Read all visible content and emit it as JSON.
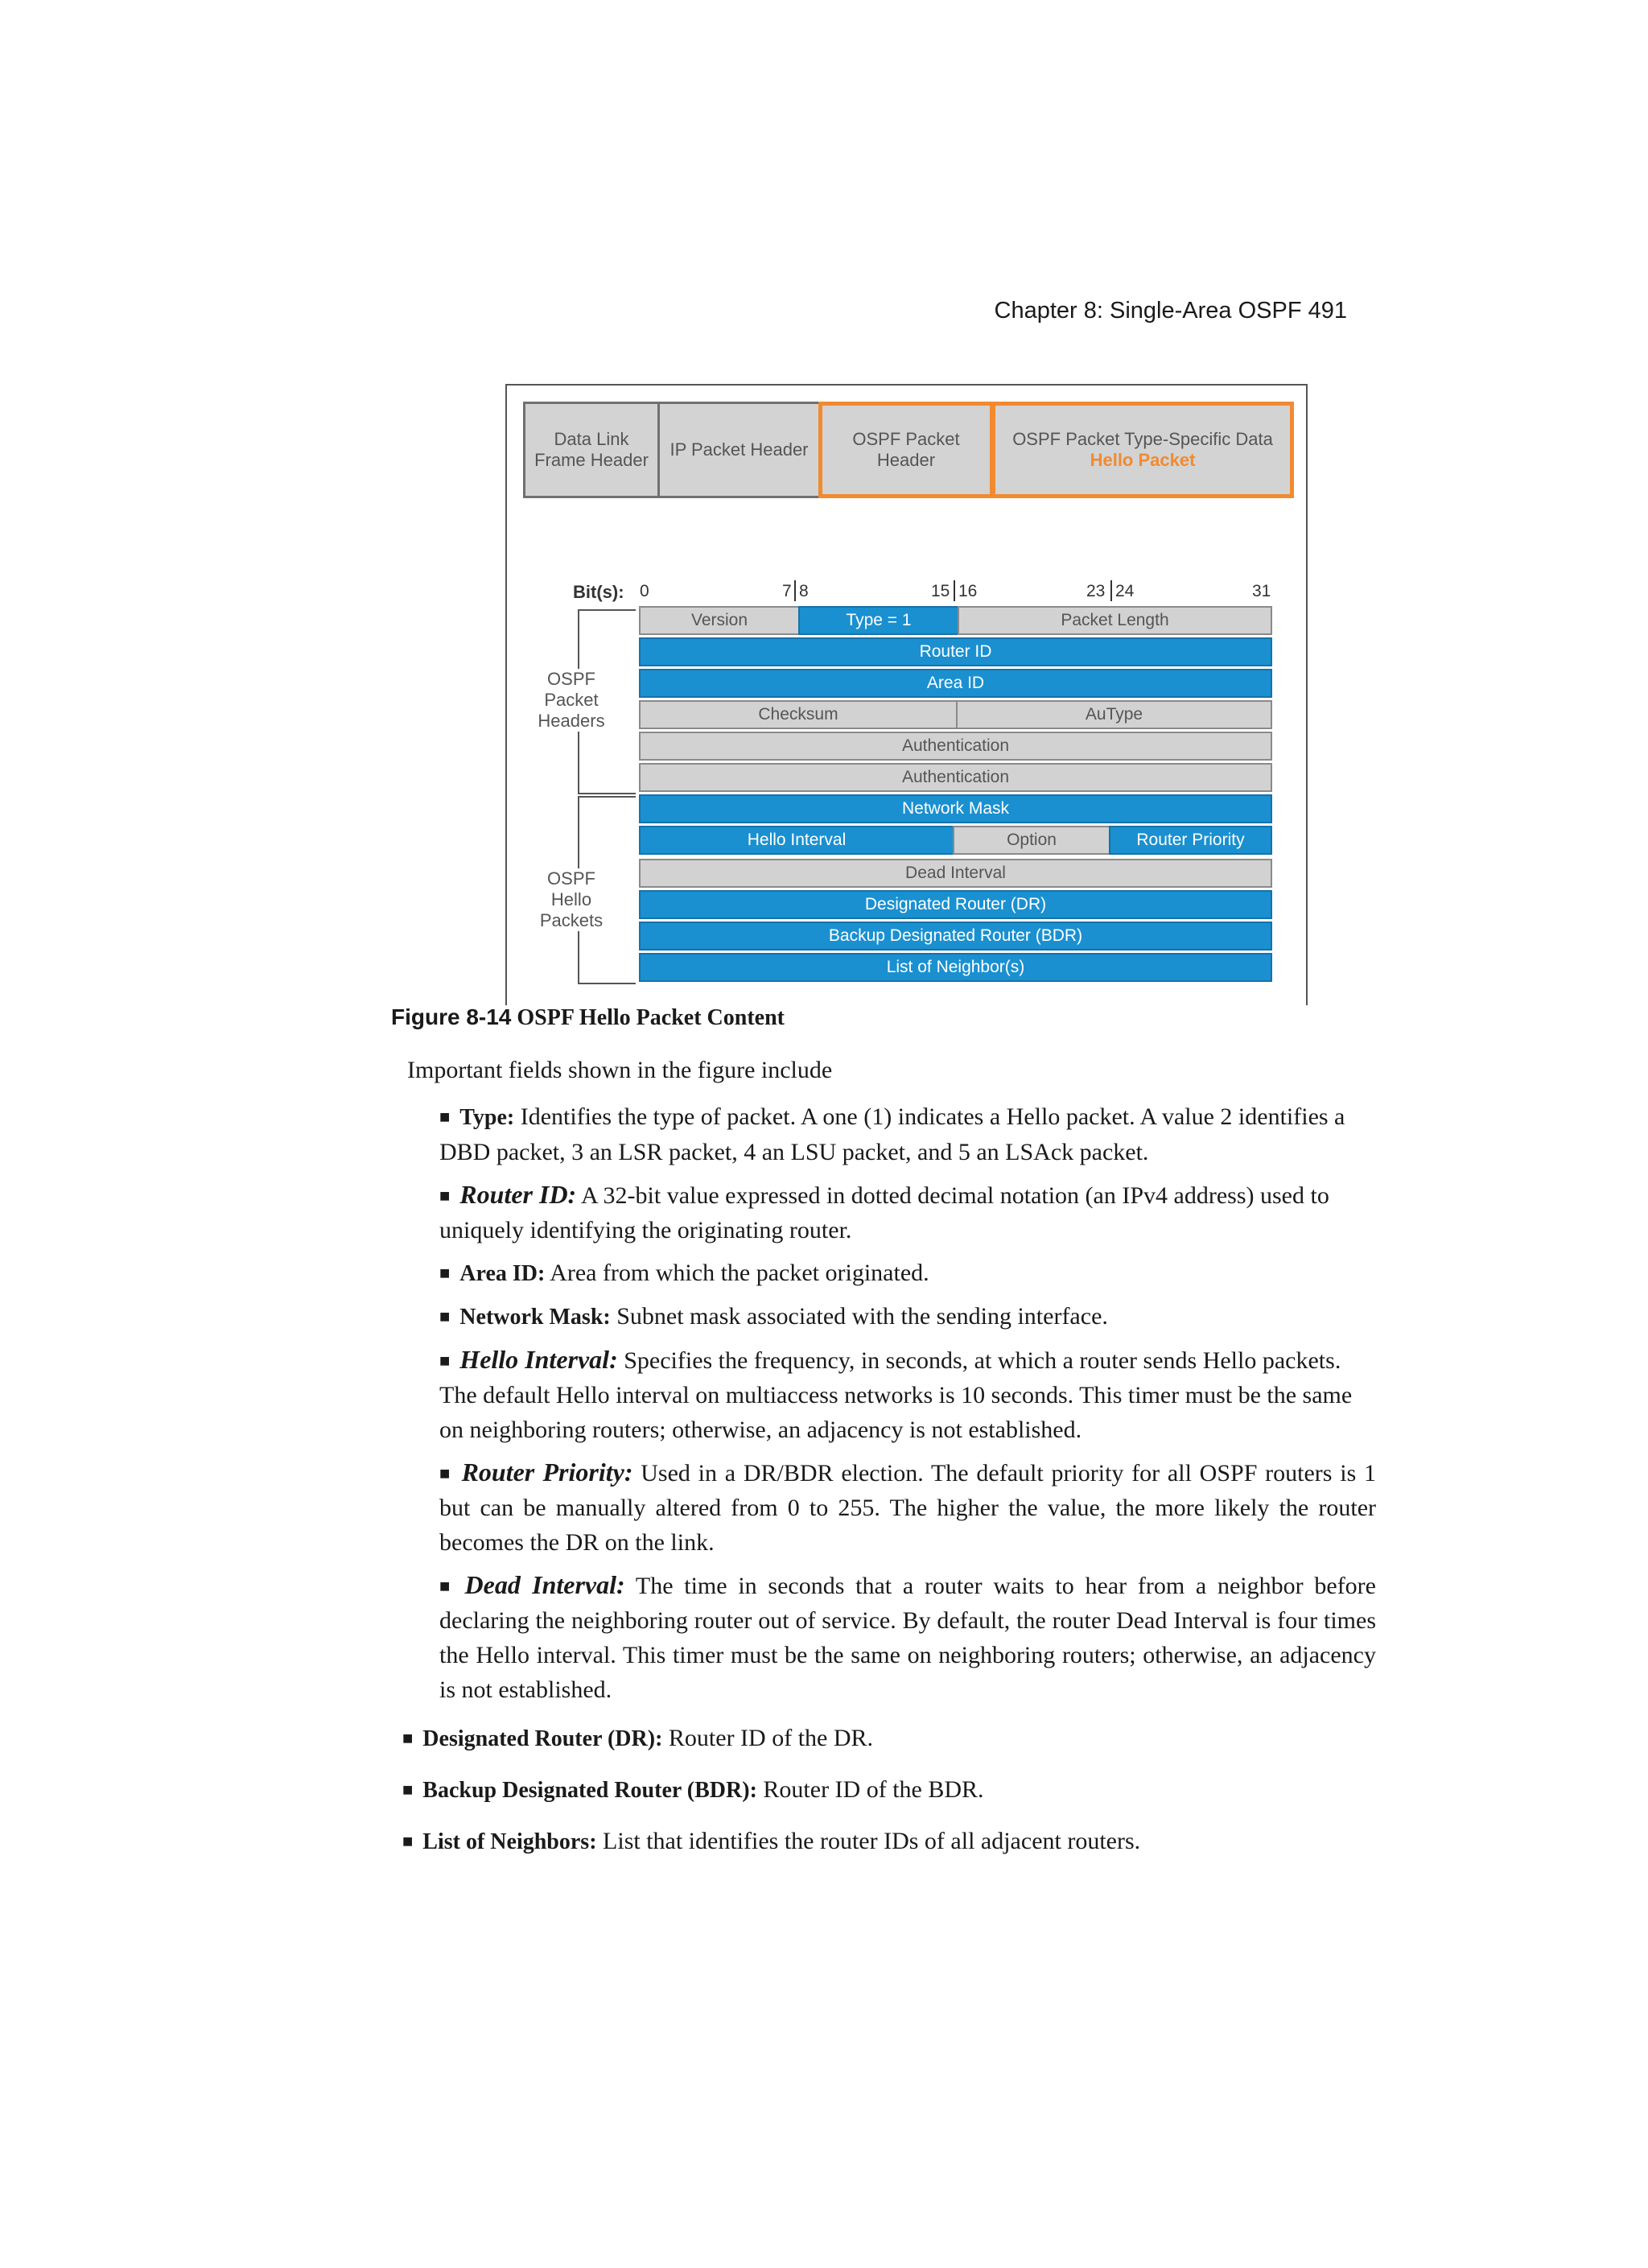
{
  "header": {
    "running_head": "Chapter 8: Single-Area OSPF 491"
  },
  "figure": {
    "encapsulation": [
      {
        "line1": "Data Link",
        "line2": "Frame Header",
        "highlight": false
      },
      {
        "line1": "IP Packet Header",
        "line2": "",
        "highlight": false
      },
      {
        "line1": "OSPF Packet",
        "line2": "Header",
        "highlight": true
      },
      {
        "line1": "OSPF Packet Type-Specific Data",
        "line2": "Hello Packet",
        "highlight": true
      }
    ],
    "bits_label": "Bit(s):",
    "bit_marks": [
      "0",
      "7",
      "8",
      "15",
      "16",
      "23",
      "24",
      "31"
    ],
    "bracket_headers": [
      "OSPF",
      "Packet",
      "Headers"
    ],
    "bracket_hello": [
      "OSPF Hello",
      "Packets"
    ],
    "rows": [
      [
        {
          "t": "Version",
          "c": "g"
        },
        {
          "t": "Type = 1",
          "c": "b"
        },
        {
          "t": "Packet Length",
          "c": "g"
        }
      ],
      [
        {
          "t": "Router ID",
          "c": "b"
        }
      ],
      [
        {
          "t": "Area ID",
          "c": "b"
        }
      ],
      [
        {
          "t": "Checksum",
          "c": "g"
        },
        {
          "t": "AuType",
          "c": "g"
        }
      ],
      [
        {
          "t": "Authentication",
          "c": "g"
        }
      ],
      [
        {
          "t": "Authentication",
          "c": "g"
        }
      ],
      [
        {
          "t": "Network Mask",
          "c": "b"
        }
      ],
      [
        {
          "t": "Hello Interval",
          "c": "b"
        },
        {
          "t": "Option",
          "c": "g"
        },
        {
          "t": "Router Priority",
          "c": "b"
        }
      ],
      [
        {
          "t": "Dead Interval",
          "c": "g"
        }
      ],
      [
        {
          "t": "Designated Router (DR)",
          "c": "b"
        }
      ],
      [
        {
          "t": "Backup Designated Router (BDR)",
          "c": "b"
        }
      ],
      [
        {
          "t": "List of Neighbor(s)",
          "c": "b"
        }
      ]
    ],
    "colors": {
      "blue": "#1a90d0",
      "gray": "#d2d2d2",
      "orange": "#f28a30"
    }
  },
  "caption": {
    "number": "Figure 8-14",
    "title": "OSPF Hello Packet Content"
  },
  "intro": "Important fields shown in the figure include",
  "items": [
    {
      "label": "Type:",
      "style": "b",
      "text": "Identifies the type of packet. A one (1) indicates a Hello packet. A value 2 identifies a DBD packet, 3 an LSR packet, 4 an LSU packet, and 5 an LSAck packet."
    },
    {
      "label": "Router ID:",
      "style": "bi",
      "text": "A 32-bit value expressed in dotted decimal notation (an IPv4 address) used to uniquely identifying the originating router."
    },
    {
      "label": "Area ID:",
      "style": "b",
      "text": "Area from which the packet originated."
    },
    {
      "label": "Network Mask:",
      "style": "b",
      "text": "Subnet mask associated with the sending interface."
    },
    {
      "label": "Hello Interval:",
      "style": "bi",
      "text": "Specifies the frequency, in seconds, at which a router sends Hello packets. The default Hello interval on multiaccess networks is 10 seconds. This timer must be the same on neighboring routers; otherwise, an adjacency is not established."
    },
    {
      "label": "Router Priority:",
      "style": "bi",
      "text": "Used in a DR/BDR election. The default priority for all OSPF routers is 1 but can be manually altered from 0 to 255. The higher the value, the more likely the router becomes the DR on the link."
    },
    {
      "label": "Dead Interval:",
      "style": "bi",
      "text": "The time in seconds that a router waits to hear from a neighbor before declaring the neighboring router out of service. By default, the router Dead Interval is four times the Hello interval. This timer must be the same on neighboring routers; otherwise, an adjacency is not established."
    }
  ],
  "outer_items": [
    {
      "label": "Designated Router (DR):",
      "text": "Router ID of the DR."
    },
    {
      "label": "Backup Designated Router (BDR):",
      "text": "Router ID of the BDR."
    },
    {
      "label": "List of Neighbors:",
      "text": "List that identifies the router IDs of all adjacent routers."
    }
  ],
  "bullet_glyph": "■"
}
